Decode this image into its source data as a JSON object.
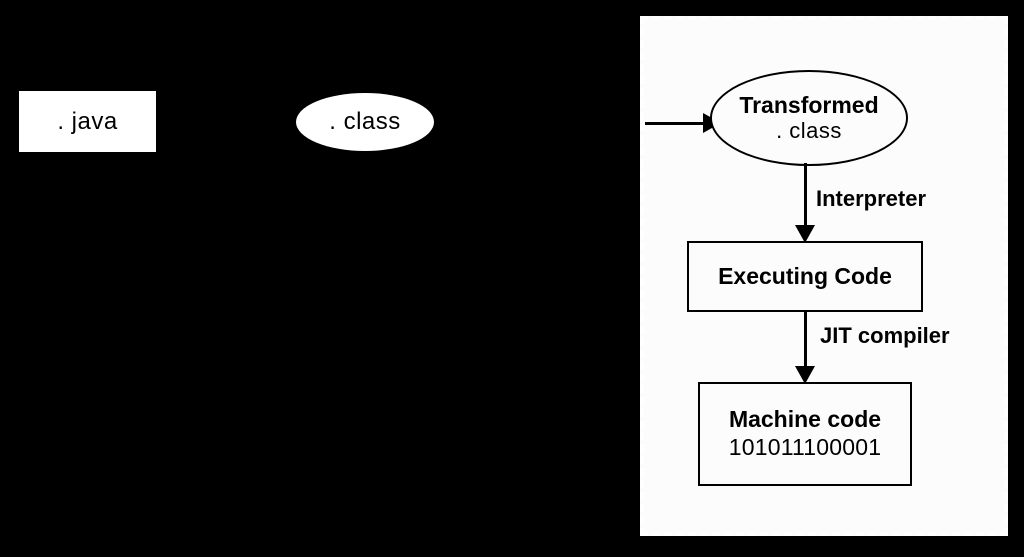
{
  "diagram": {
    "background_color": "#000000",
    "shape_fill_color": "#ffffff",
    "stroke_color": "#000000",
    "stages": {
      "source_file": {
        "label": ". java",
        "shape": "rectangle"
      },
      "bytecode_file": {
        "label": ". class",
        "shape": "ellipse"
      }
    },
    "runtime_panel": {
      "border_style": "dashed",
      "border_color": "#ffffff",
      "nodes": {
        "transformed_class": {
          "title": "Transformed",
          "subtitle": ". class",
          "shape": "ellipse"
        },
        "executing_code": {
          "title": "Executing Code",
          "shape": "rectangle"
        },
        "machine_code": {
          "title": "Machine code",
          "subtitle": "101011100001",
          "shape": "rectangle"
        }
      },
      "edges": {
        "incoming_arrow": {
          "label": ""
        },
        "interpreter_edge": {
          "label": "Interpreter"
        },
        "jit_edge": {
          "label": "JIT compiler"
        }
      }
    }
  }
}
